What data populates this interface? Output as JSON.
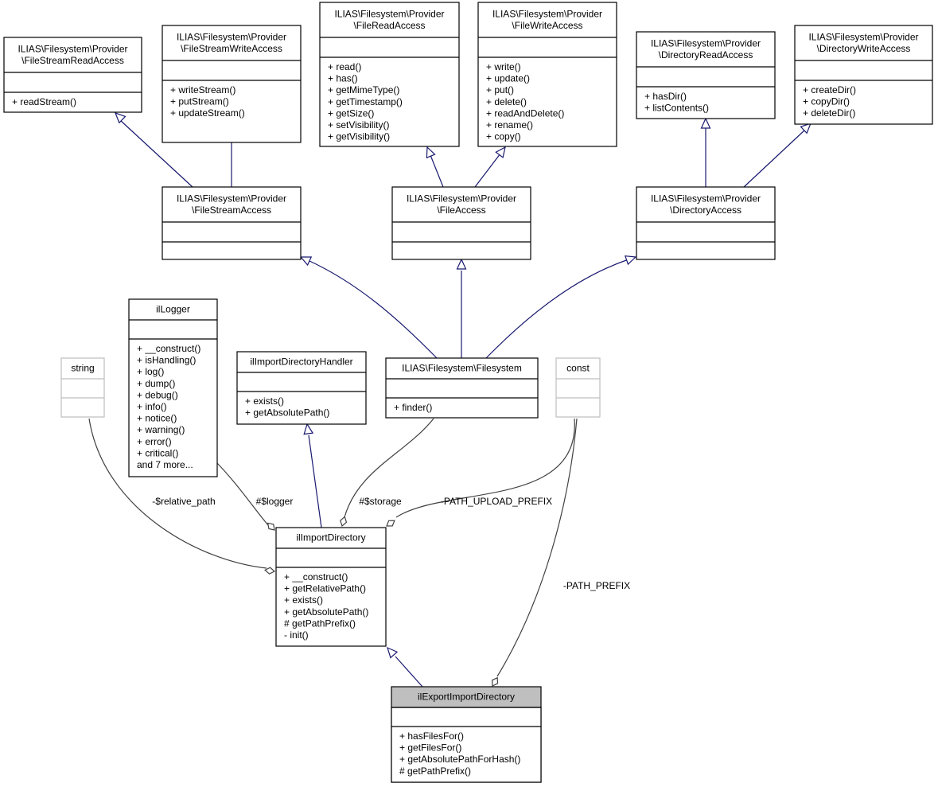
{
  "colors": {
    "border": "#000000",
    "external_border": "#bfbfbf",
    "focus_fill": "#bfbfbf",
    "inheritance_edge": "#191970",
    "association_edge": "#404040"
  },
  "classes": {
    "fileStreamReadAccess": {
      "title": [
        "ILIAS\\Filesystem\\Provider",
        "\\FileStreamReadAccess"
      ],
      "attributes": [],
      "methods": [
        "+ readStream()"
      ]
    },
    "fileStreamWriteAccess": {
      "title": [
        "ILIAS\\Filesystem\\Provider",
        "\\FileStreamWriteAccess"
      ],
      "attributes": [],
      "methods": [
        "+ writeStream()",
        "+ putStream()",
        "+ updateStream()"
      ]
    },
    "fileReadAccess": {
      "title": [
        "ILIAS\\Filesystem\\Provider",
        "\\FileReadAccess"
      ],
      "attributes": [],
      "methods": [
        "+ read()",
        "+ has()",
        "+ getMimeType()",
        "+ getTimestamp()",
        "+ getSize()",
        "+ setVisibility()",
        "+ getVisibility()"
      ]
    },
    "fileWriteAccess": {
      "title": [
        "ILIAS\\Filesystem\\Provider",
        "\\FileWriteAccess"
      ],
      "attributes": [],
      "methods": [
        "+ write()",
        "+ update()",
        "+ put()",
        "+ delete()",
        "+ readAndDelete()",
        "+ rename()",
        "+ copy()"
      ]
    },
    "directoryReadAccess": {
      "title": [
        "ILIAS\\Filesystem\\Provider",
        "\\DirectoryReadAccess"
      ],
      "attributes": [],
      "methods": [
        "+ hasDir()",
        "+ listContents()"
      ]
    },
    "directoryWriteAccess": {
      "title": [
        "ILIAS\\Filesystem\\Provider",
        "\\DirectoryWriteAccess"
      ],
      "attributes": [],
      "methods": [
        "+ createDir()",
        "+ copyDir()",
        "+ deleteDir()"
      ]
    },
    "fileStreamAccess": {
      "title": [
        "ILIAS\\Filesystem\\Provider",
        "\\FileStreamAccess"
      ],
      "attributes": [],
      "methods": []
    },
    "fileAccess": {
      "title": [
        "ILIAS\\Filesystem\\Provider",
        "\\FileAccess"
      ],
      "attributes": [],
      "methods": []
    },
    "directoryAccess": {
      "title": [
        "ILIAS\\Filesystem\\Provider",
        "\\DirectoryAccess"
      ],
      "attributes": [],
      "methods": []
    },
    "string": {
      "title": [
        "string"
      ],
      "attributes": [],
      "methods": []
    },
    "ilLogger": {
      "title": [
        "ilLogger"
      ],
      "attributes": [],
      "methods": [
        "+ __construct()",
        "+ isHandling()",
        "+ log()",
        "+ dump()",
        "+ debug()",
        "+ info()",
        "+ notice()",
        "+ warning()",
        "+ error()",
        "+ critical()",
        "and 7 more..."
      ]
    },
    "ilImportDirectoryHandler": {
      "title": [
        "ilImportDirectoryHandler"
      ],
      "attributes": [],
      "methods": [
        "+ exists()",
        "+ getAbsolutePath()"
      ]
    },
    "filesystem": {
      "title": [
        "ILIAS\\Filesystem\\Filesystem"
      ],
      "attributes": [],
      "methods": [
        "+ finder()"
      ]
    },
    "const": {
      "title": [
        "const"
      ],
      "attributes": [],
      "methods": []
    },
    "ilImportDirectory": {
      "title": [
        "ilImportDirectory"
      ],
      "attributes": [],
      "methods": [
        "+ __construct()",
        "+ getRelativePath()",
        "+ exists()",
        "+ getAbsolutePath()",
        "# getPathPrefix()",
        "- init()"
      ]
    },
    "ilExportImportDirectory": {
      "title": [
        "ilExportImportDirectory"
      ],
      "attributes": [],
      "methods": [
        "+ hasFilesFor()",
        "+ getFilesFor()",
        "+ getAbsolutePathForHash()",
        "# getPathPrefix()"
      ]
    }
  },
  "relations": {
    "inheritance": [
      {
        "from": "fileStreamAccess",
        "to": "fileStreamReadAccess"
      },
      {
        "from": "fileStreamAccess",
        "to": "fileStreamWriteAccess"
      },
      {
        "from": "fileAccess",
        "to": "fileReadAccess"
      },
      {
        "from": "fileAccess",
        "to": "fileWriteAccess"
      },
      {
        "from": "directoryAccess",
        "to": "directoryReadAccess"
      },
      {
        "from": "directoryAccess",
        "to": "directoryWriteAccess"
      },
      {
        "from": "filesystem",
        "to": "fileStreamAccess"
      },
      {
        "from": "filesystem",
        "to": "fileAccess"
      },
      {
        "from": "filesystem",
        "to": "directoryAccess"
      },
      {
        "from": "ilImportDirectory",
        "to": "ilImportDirectoryHandler"
      },
      {
        "from": "ilExportImportDirectory",
        "to": "ilImportDirectory"
      }
    ],
    "associations": [
      {
        "from": "string",
        "to": "ilImportDirectory",
        "label": "-$relative_path"
      },
      {
        "from": "ilLogger",
        "to": "ilImportDirectory",
        "label": "#$logger"
      },
      {
        "from": "filesystem",
        "to": "ilImportDirectory",
        "label": "#$storage"
      },
      {
        "from": "const",
        "to": "ilImportDirectory",
        "label": "-PATH_UPLOAD_PREFIX"
      },
      {
        "from": "const",
        "to": "ilExportImportDirectory",
        "label": "-PATH_PREFIX"
      }
    ]
  }
}
